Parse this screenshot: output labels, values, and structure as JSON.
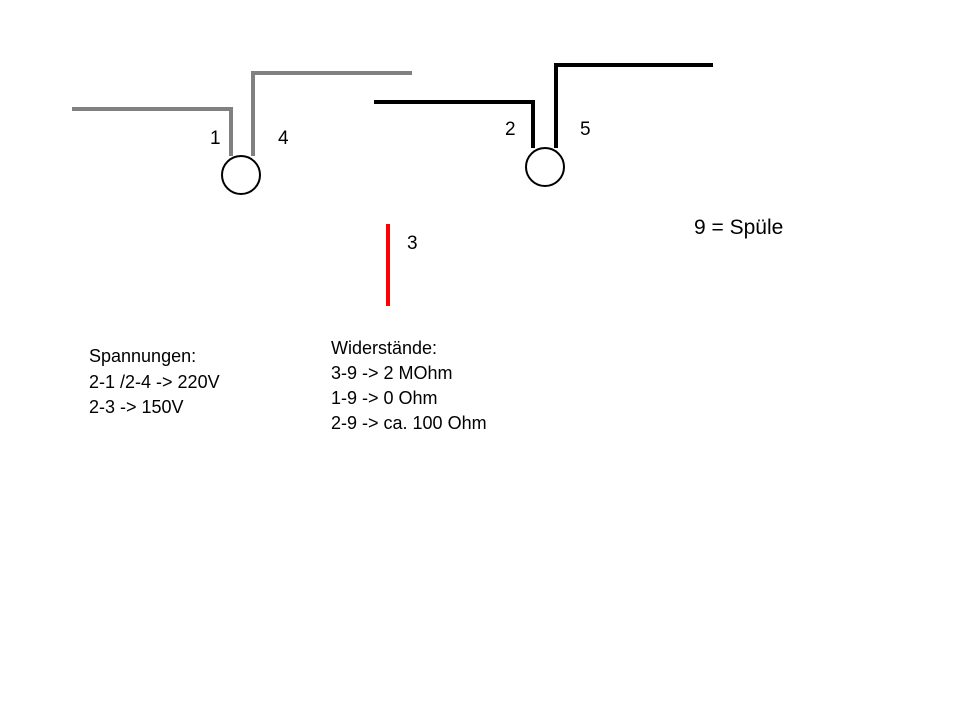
{
  "labels": {
    "terminal_1": "1",
    "terminal_4": "4",
    "terminal_2": "2",
    "terminal_5": "5",
    "terminal_3": "3",
    "legend": "9 = Spüle"
  },
  "spannungen": {
    "title": "Spannungen:",
    "lines": [
      "2-1 /2-4 -> 220V",
      "2-3 -> 150V"
    ]
  },
  "widerstaende": {
    "title": "Widerstände:",
    "lines": [
      "3-9 -> 2 MOhm",
      "1-9 -> 0 Ohm",
      "2-9 -> ca. 100 Ohm"
    ]
  },
  "colors": {
    "gray_wire": "#808080",
    "black_wire": "#000000",
    "red_wire": "#ff0000"
  }
}
